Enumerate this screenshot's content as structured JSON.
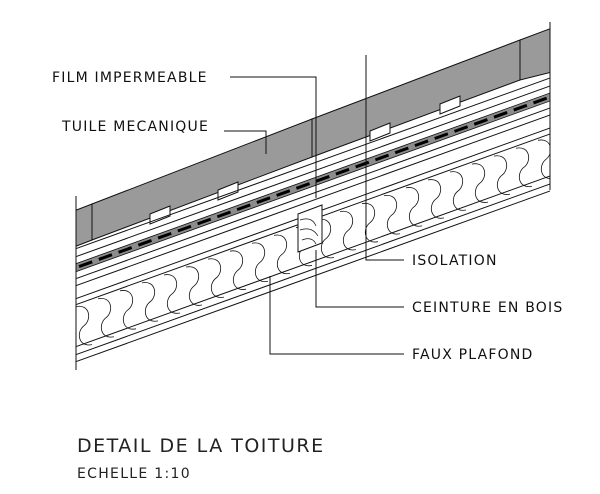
{
  "labels": {
    "film": "FILM IMPERMEABLE",
    "tuile": "TUILE MECANIQUE",
    "isolation": "ISOLATION",
    "ceinture": "CEINTURE EN BOIS",
    "faux_plafond": "FAUX PLAFOND"
  },
  "title": "DETAIL DE LA TOITURE",
  "scale": "ECHELLE 1:10",
  "colors": {
    "tile": "#9a9a9a",
    "membrane": "#8c8c8c",
    "line": "#111111"
  }
}
